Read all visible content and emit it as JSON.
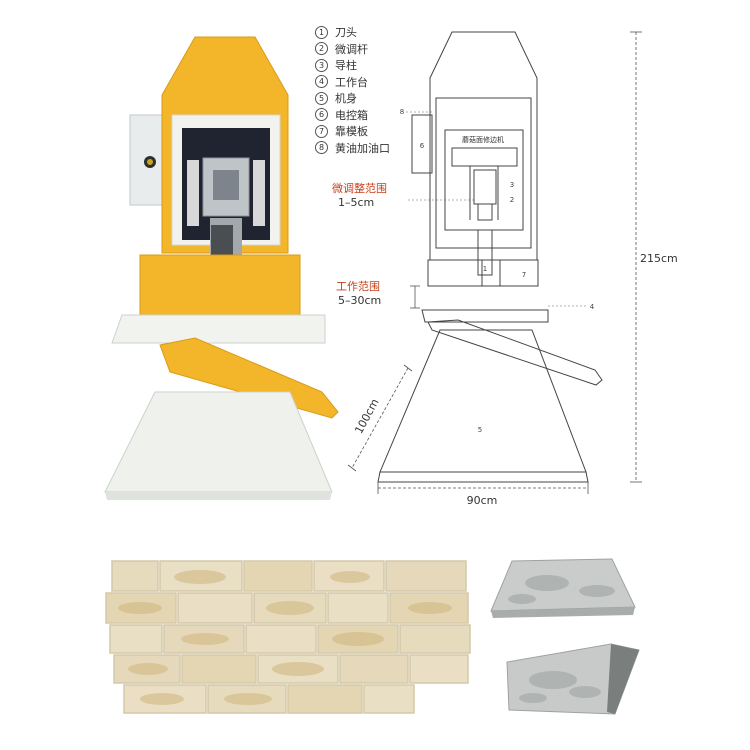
{
  "legend": {
    "items": [
      {
        "num": "1",
        "label": "刀头"
      },
      {
        "num": "2",
        "label": "微调杆"
      },
      {
        "num": "3",
        "label": "导柱"
      },
      {
        "num": "4",
        "label": "工作台"
      },
      {
        "num": "5",
        "label": "机身"
      },
      {
        "num": "6",
        "label": "电控箱"
      },
      {
        "num": "7",
        "label": "靠模板"
      },
      {
        "num": "8",
        "label": "黄油加油口"
      }
    ]
  },
  "diagram": {
    "height_label": "215cm",
    "depth_label": "100cm",
    "width_label": "90cm",
    "fine_adjust_title": "微调整范围",
    "fine_adjust_range": "1–5cm",
    "work_range_title": "工作范围",
    "work_range_value": "5–30cm",
    "panel_text": "蘑菇面修边机",
    "callouts": [
      "1",
      "2",
      "3",
      "4",
      "5",
      "6",
      "7",
      "8"
    ]
  },
  "colors": {
    "machine_yellow": "#f3b52a",
    "machine_base": "#eef1ec",
    "stone_beige": "#e6d9bb",
    "stone_grey": "#c9ccca",
    "accent_red": "#c8401a"
  }
}
